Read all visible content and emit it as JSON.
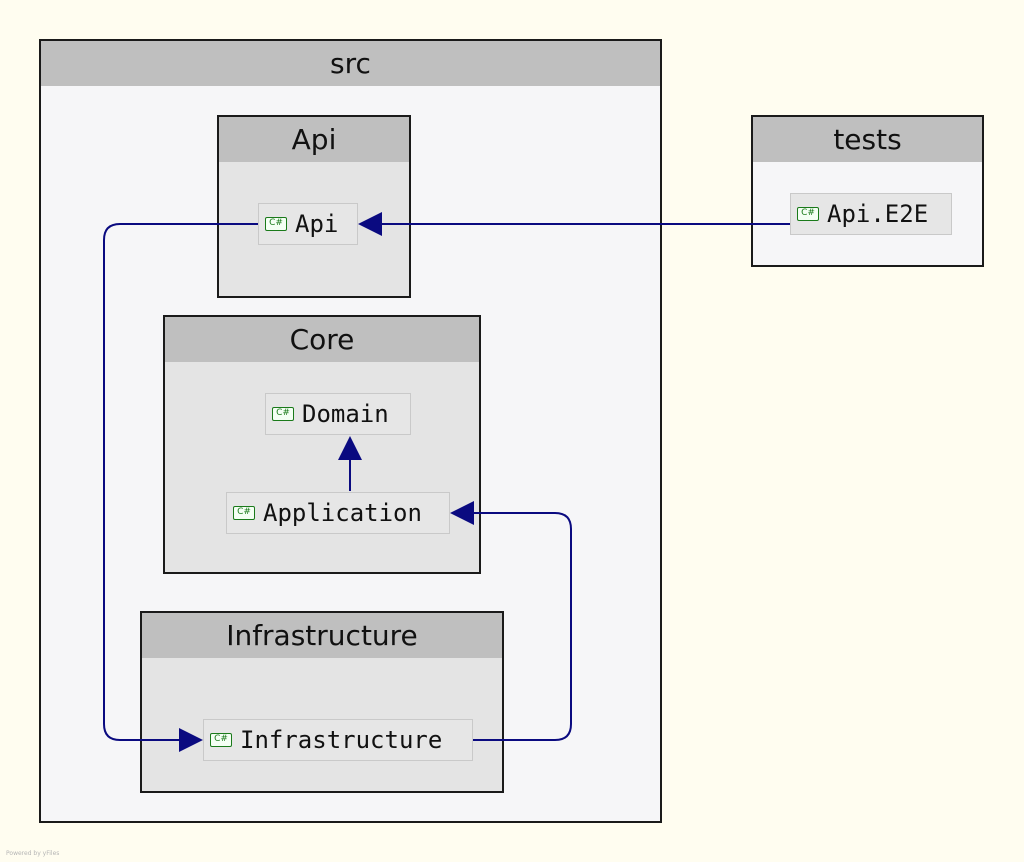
{
  "groups": {
    "src": "src",
    "api": "Api",
    "core": "Core",
    "infrastructure": "Infrastructure",
    "tests": "tests"
  },
  "nodes": {
    "api": {
      "label": "Api",
      "icon": "csharp-project-icon"
    },
    "domain": {
      "label": "Domain",
      "icon": "csharp-project-icon"
    },
    "application": {
      "label": "Application",
      "icon": "csharp-project-icon"
    },
    "infrastructure": {
      "label": "Infrastructure",
      "icon": "csharp-project-icon"
    },
    "api_e2e": {
      "label": "Api.E2E",
      "icon": "csharp-project-icon"
    }
  },
  "icon_text": "C#",
  "edges": [
    {
      "from": "Api.E2E",
      "to": "Api"
    },
    {
      "from": "Api",
      "to": "Infrastructure"
    },
    {
      "from": "Application",
      "to": "Domain"
    },
    {
      "from": "Infrastructure",
      "to": "Application"
    }
  ],
  "colors": {
    "edge": "#0a0a80",
    "background": "#fffdf0",
    "group_header": "#bfbfbf",
    "icon": "#1a7a1a"
  },
  "footer": "Powered by yFiles"
}
